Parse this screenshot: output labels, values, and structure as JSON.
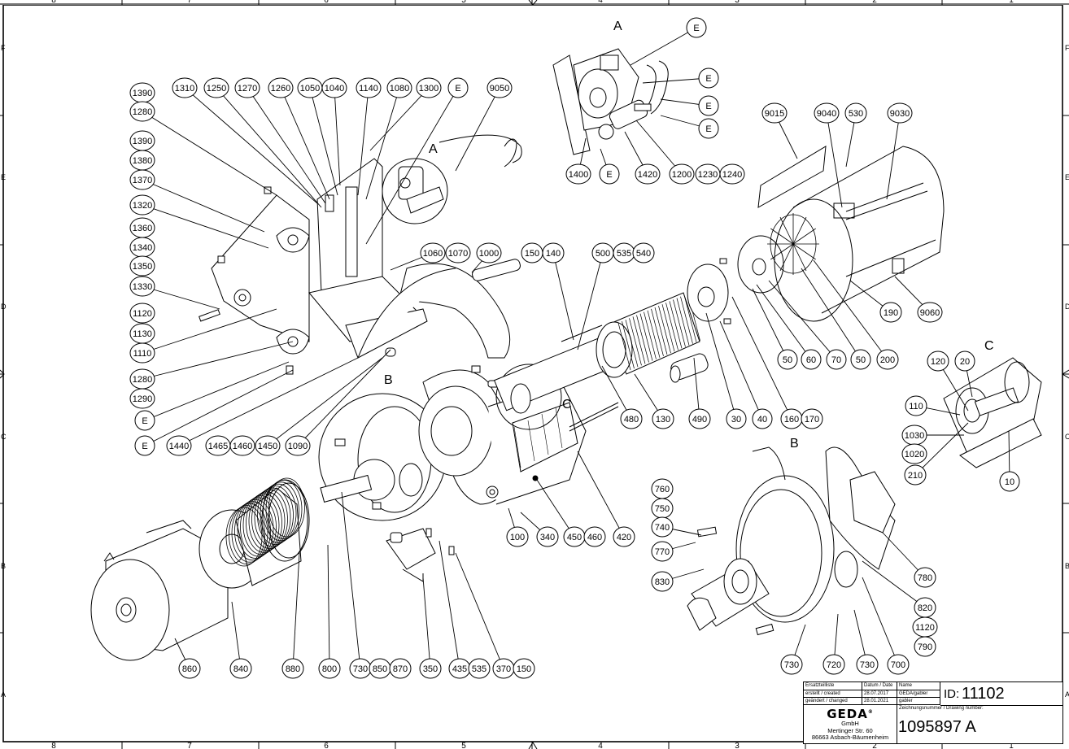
{
  "drawing": {
    "type": "exploded-view assembly drawing",
    "frame": {
      "columns": [
        "8",
        "7",
        "6",
        "5",
        "4",
        "3",
        "2",
        "1"
      ],
      "rows": [
        "F",
        "E",
        "D",
        "C",
        "B",
        "A"
      ]
    },
    "detail_labels": [
      {
        "id": "A",
        "note": "detail A (hose connection) top right"
      },
      {
        "id": "A",
        "note": "detail circle A on frame"
      },
      {
        "id": "B",
        "note": "detail B (brake/gear flange) lower right"
      },
      {
        "id": "B",
        "note": "detail circle B on main view"
      },
      {
        "id": "C",
        "note": "detail C (gear) right"
      },
      {
        "id": "C",
        "note": "detail circle C on main view"
      }
    ],
    "balloons": {
      "top_row": [
        "1310",
        "1250",
        "1270",
        "1260",
        "1050",
        "1040",
        "1140",
        "1080",
        "1300",
        "E",
        "9050"
      ],
      "left_column": [
        "1390",
        "1280",
        "1390",
        "1380",
        "1370",
        "1320",
        "1360",
        "1340",
        "1350",
        "1330",
        "1120",
        "1130",
        "1110",
        "1280",
        "1290",
        "E",
        "E"
      ],
      "bottom_left_row": [
        "1440",
        "1465",
        "1460",
        "1450",
        "1090"
      ],
      "middle_row": [
        "1060",
        "1070",
        "1000",
        "150",
        "140",
        "500",
        "535",
        "540"
      ],
      "detail_a": [
        "E",
        "E",
        "E",
        "E",
        "1400",
        "E",
        "1420",
        "1200",
        "1230",
        "1240"
      ],
      "fan_housing": [
        "9015",
        "9040",
        "530",
        "9030",
        "190",
        "9060"
      ],
      "motor_row": [
        "50",
        "60",
        "70",
        "50",
        "200"
      ],
      "motor_lower": [
        "480",
        "130",
        "490",
        "30",
        "40",
        "160",
        "170"
      ],
      "detail_c": [
        "120",
        "20",
        "110",
        "1030",
        "1020",
        "210",
        "10"
      ],
      "gearbox_row": [
        "100",
        "340",
        "450",
        "460",
        "420"
      ],
      "detail_b_left": [
        "760",
        "750",
        "740",
        "770",
        "830"
      ],
      "detail_b_right": [
        "780",
        "820",
        "1120",
        "790"
      ],
      "detail_b_bottom": [
        "730",
        "720",
        "730",
        "700"
      ],
      "bottom_row": [
        "860",
        "840",
        "880",
        "800",
        "730",
        "850",
        "870",
        "350",
        "435",
        "535",
        "370",
        "150"
      ]
    }
  },
  "title_block": {
    "headers": {
      "c1": "Ersatzteilliste",
      "c2": "Datum / Date",
      "c3": "Name"
    },
    "created": {
      "label": "erstellt / created",
      "date": "28.07.2017",
      "name": "GEDA/gabler"
    },
    "changed": {
      "label": "geändert / changed",
      "date": "28.01.2021",
      "name": "gabler"
    },
    "id_label": "ID:",
    "id_value": "11102",
    "company_logo": "GEDA",
    "company_suffix": "®",
    "company_form": "GmbH",
    "address_line1": "Mertinger Str. 60",
    "address_line2": "86663 Asbach-Bäumenheim",
    "drawing_number_label": "Zeichnungsnummer / Drawing number:",
    "drawing_number": "1095897 A"
  }
}
